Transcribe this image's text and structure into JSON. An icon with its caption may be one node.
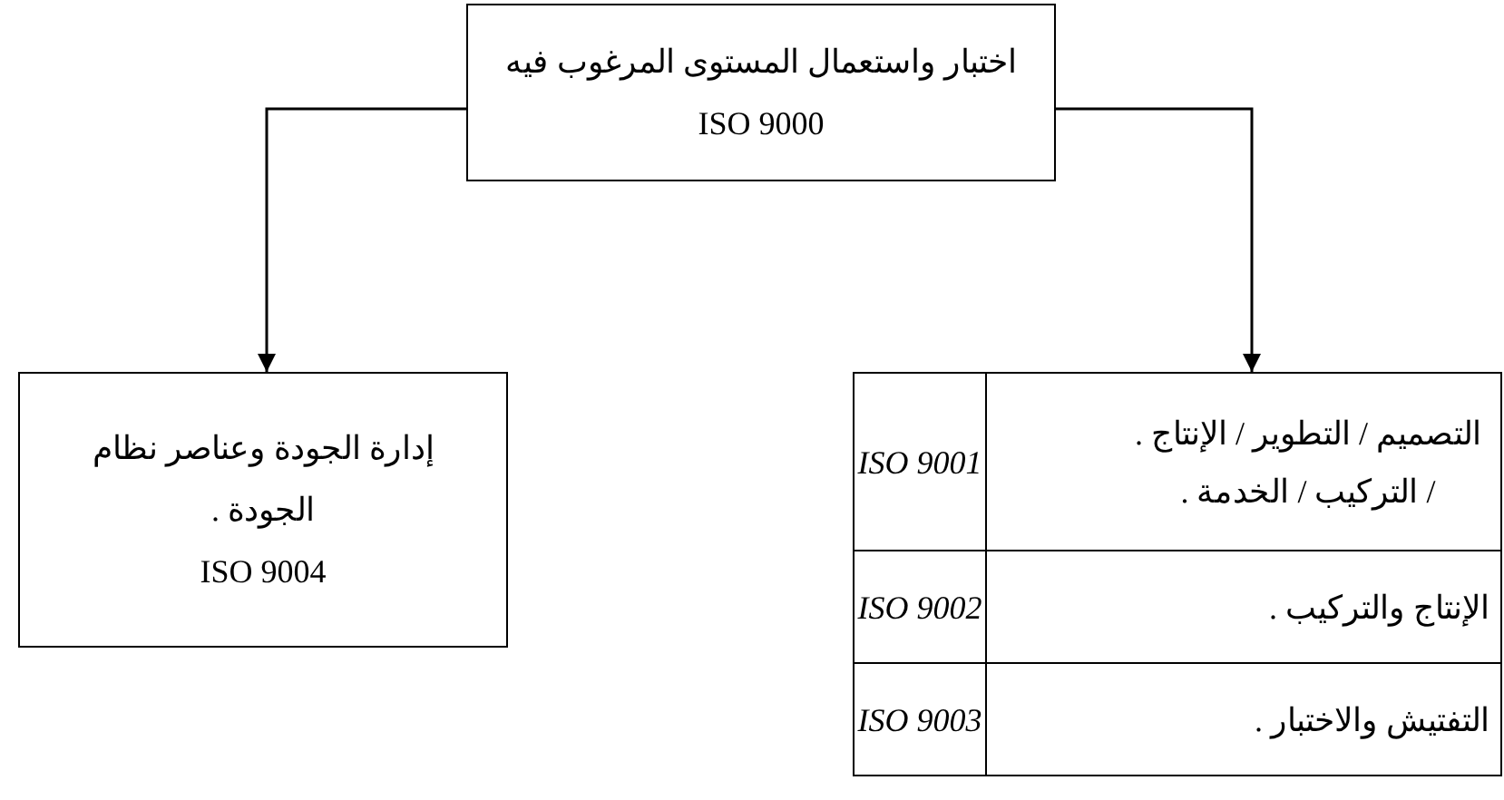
{
  "diagram": {
    "nodes": [
      {
        "text": [
          "اختبار واستعمال المستوى المرغوب فيه ISO 9000"
        ]
      },
      {
        "text": [
          "إدارة الجودة وعناصر نظام الجودة .",
          "ISO 9004"
        ]
      },
      {
        "text": [
          "التصميم / التطوير / الإنتاج . / التركيب / الخدمة .",
          "ISO 9001",
          "الإنتاج والتركيب .",
          "ISO 9002",
          "التفتيش والاختبار .",
          "ISO 9003"
        ]
      }
    ],
    "edges": [
      {
        "from": 0,
        "to": 1,
        "arrow": "to"
      },
      {
        "from": 0,
        "to": 2,
        "arrow": "to"
      }
    ]
  }
}
